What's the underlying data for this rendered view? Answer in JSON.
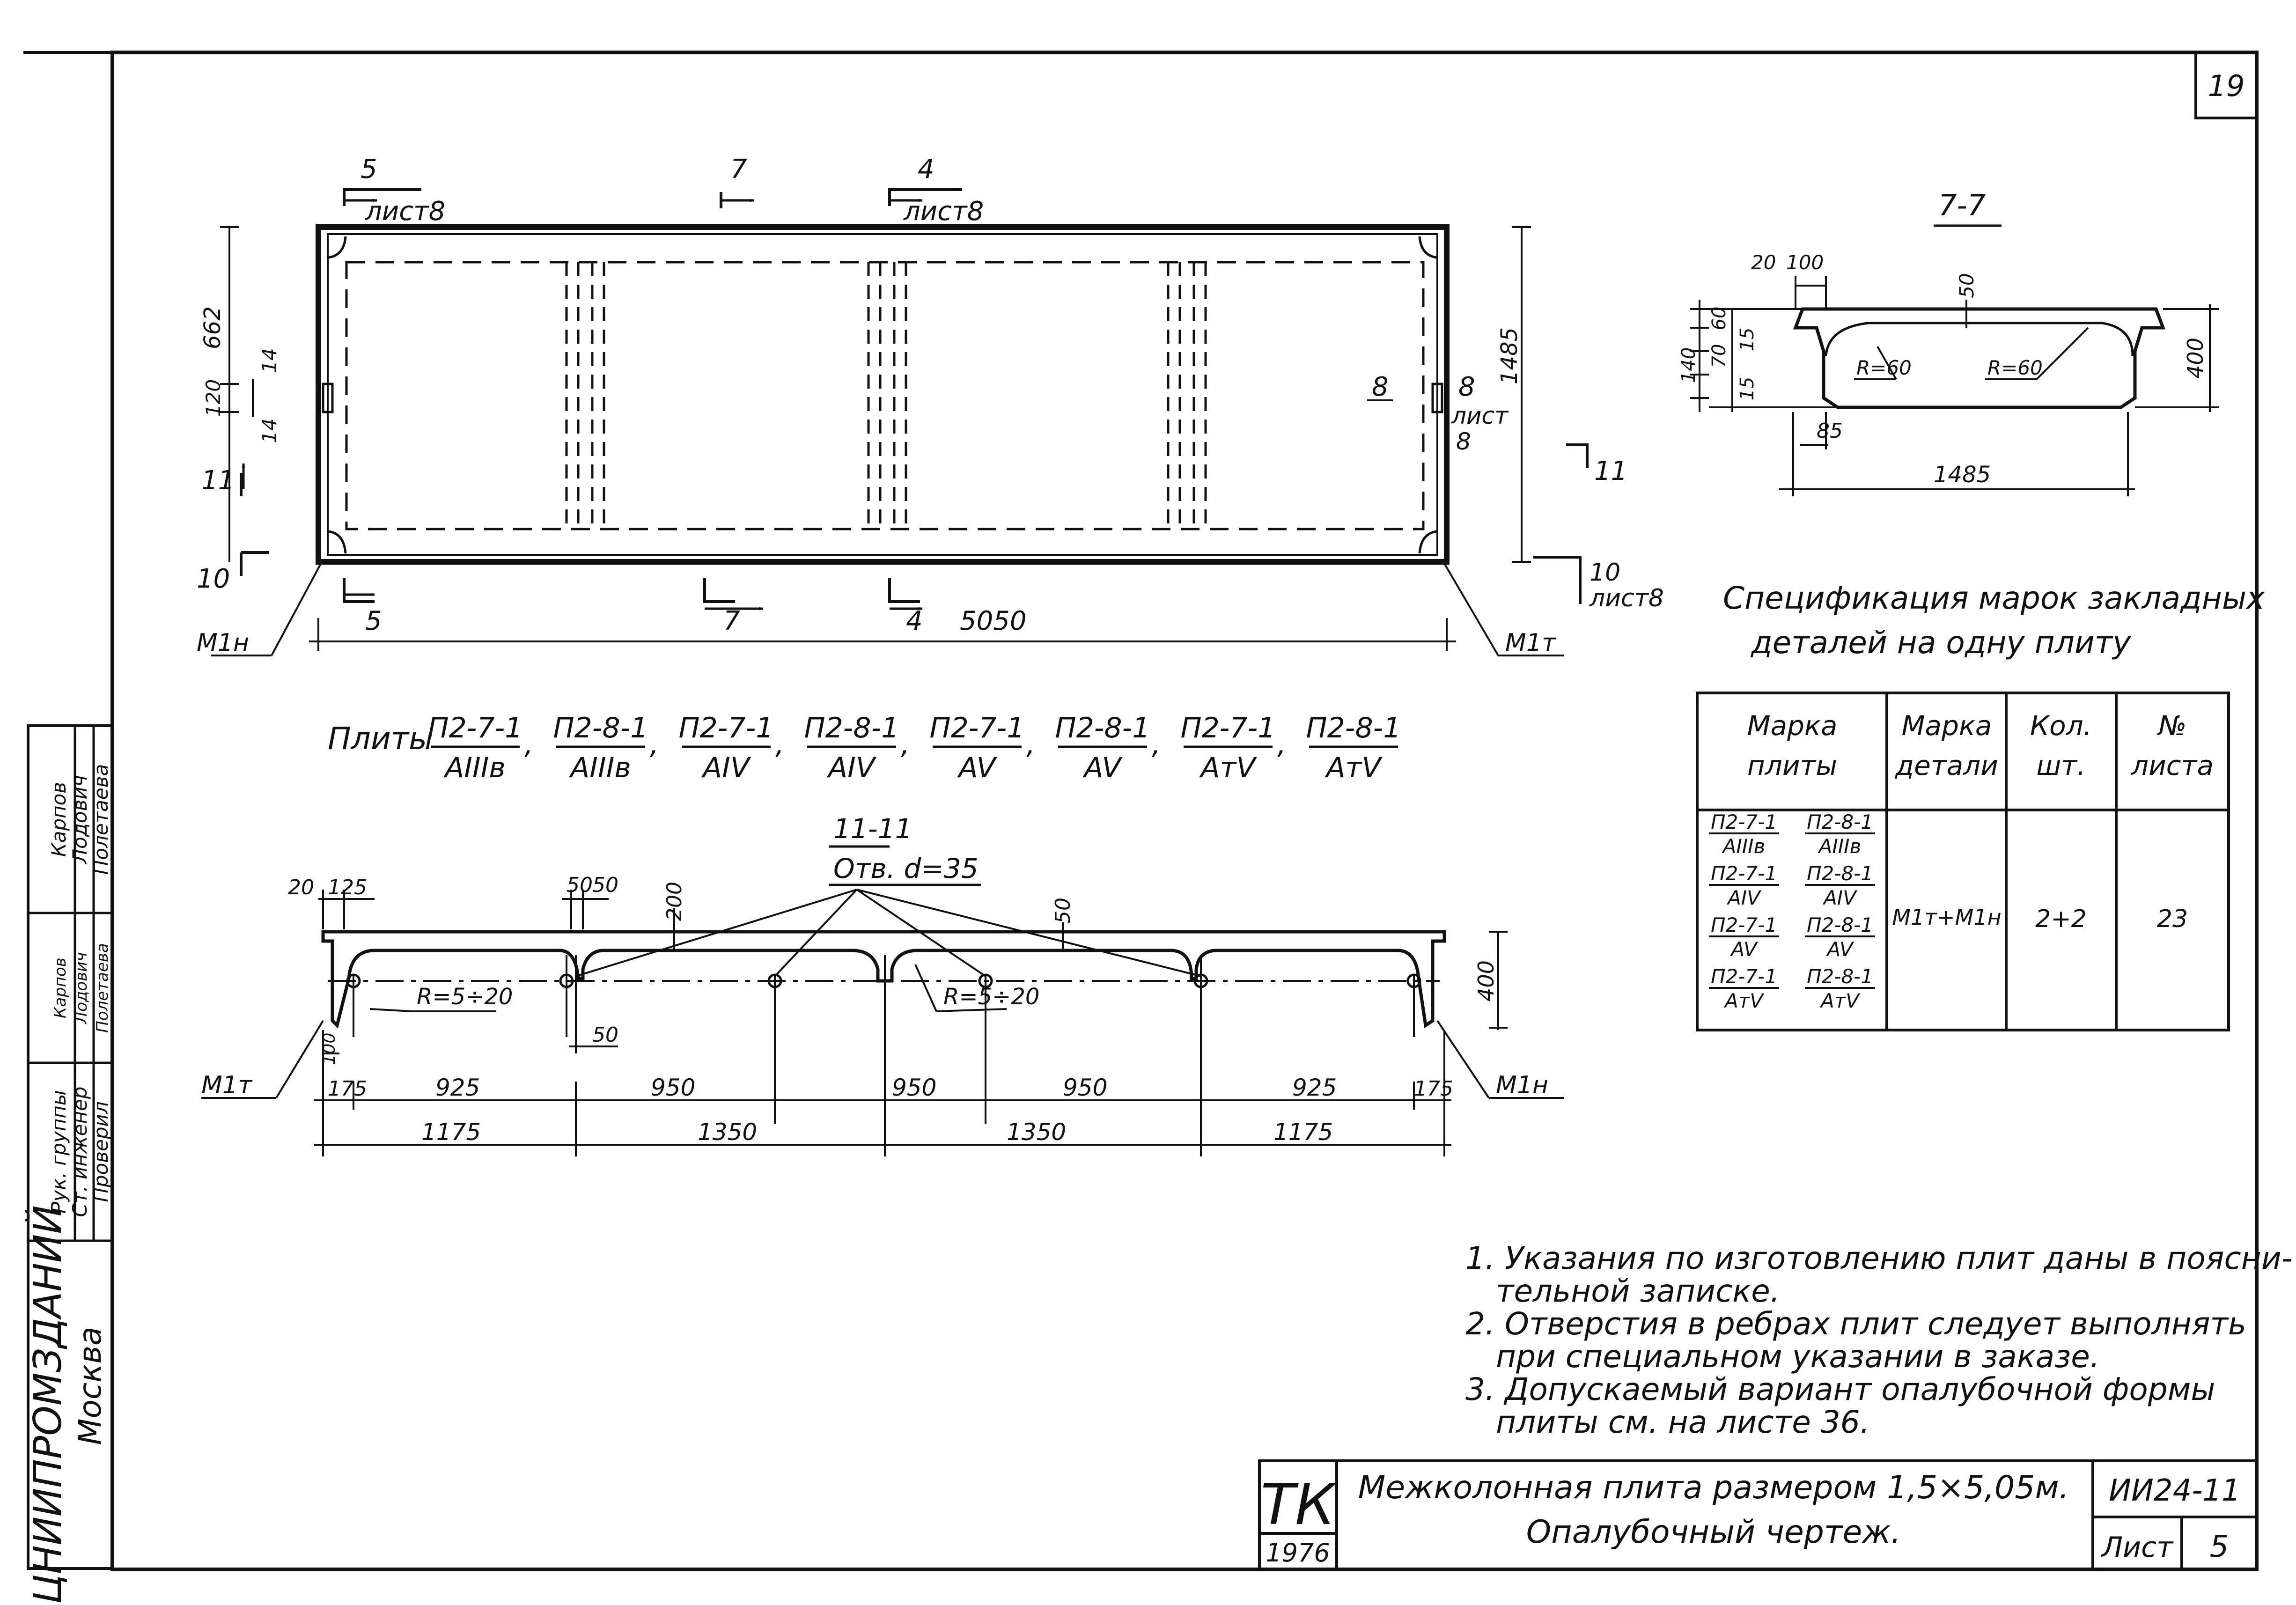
{
  "sheet_number": "19",
  "plan": {
    "marks": {
      "sec5_top": "5",
      "sec5_top_sheet": "лист8",
      "sec7_top": "7",
      "sec4_top": "4",
      "sec4_top_sheet": "лист8",
      "sec5_bot": "5",
      "sec7_bot": "7",
      "sec4_bot": "4",
      "sec8_left": "8",
      "sec8_right": "8",
      "sec8_sheet_word": "лист",
      "sec8_sheet_num": "8",
      "sec11_left": "11",
      "sec11_right": "11",
      "sec10_left": "10",
      "sec10_right": "10",
      "sec10_sheet": "лист8"
    },
    "dims": {
      "d662": "662",
      "d14a": "14",
      "d120": "120",
      "d14b": "14",
      "d1485": "1485",
      "d5050": "5050"
    },
    "callouts": {
      "m1n": "М1н",
      "m1t": "М1т"
    }
  },
  "plates": {
    "prefix": "Плиты",
    "items": [
      {
        "num": "П2-7-1",
        "den": "AIIIв",
        "sep": ","
      },
      {
        "num": "П2-8-1",
        "den": "AIIIв",
        "sep": ","
      },
      {
        "num": "П2-7-1",
        "den": "AIV",
        "sep": ","
      },
      {
        "num": "П2-8-1",
        "den": "AIV",
        "sep": ","
      },
      {
        "num": "П2-7-1",
        "den": "AV",
        "sep": ","
      },
      {
        "num": "П2-8-1",
        "den": "AV",
        "sep": ","
      },
      {
        "num": "П2-7-1",
        "den": "AтV",
        "sep": ","
      },
      {
        "num": "П2-8-1",
        "den": "AтV",
        "sep": ""
      }
    ]
  },
  "section77": {
    "title": "7-7",
    "dims": {
      "top20": "20",
      "top100": "100",
      "v50": "50",
      "l60": "60",
      "l70": "70",
      "l140": "140",
      "l15a": "15",
      "l15b": "15",
      "r1": "R=60",
      "r2": "R=60",
      "h400": "400",
      "d85": "85",
      "w1485": "1485"
    }
  },
  "section1111": {
    "title": "11-11",
    "hole_note": "Отв. d=35",
    "dims": {
      "t20": "20",
      "t125": "125",
      "t50a": "50",
      "t50b": "50",
      "t200": "200",
      "t50c": "50",
      "r_left": "R=5÷20",
      "r_mid": "R=5÷20",
      "b50": "50",
      "b100": "100",
      "h400": "400",
      "c175a": "175",
      "c925a": "925",
      "c950a": "950",
      "c950b": "950",
      "c950c": "950",
      "c925b": "925",
      "c175b": "175",
      "o1175a": "1175",
      "o1350a": "1350",
      "o1350b": "1350",
      "o1175b": "1175"
    },
    "callouts": {
      "m1t": "М1т",
      "m1n": "М1н"
    }
  },
  "spec": {
    "title_line1": "Спецификация марок закладных",
    "title_line2": "деталей на одну плиту",
    "headers": [
      [
        "Марка",
        "плиты"
      ],
      [
        "Марка",
        "детали"
      ],
      [
        "Кол.",
        "шт."
      ],
      [
        "№",
        "листа"
      ]
    ],
    "plates": [
      {
        "a": "П2-7-1",
        "ad": "AIIIв",
        "b": "П2-8-1",
        "bd": "AIIIв"
      },
      {
        "a": "П2-7-1",
        "ad": "AIV",
        "b": "П2-8-1",
        "bd": "AIV"
      },
      {
        "a": "П2-7-1",
        "ad": "AV",
        "b": "П2-8-1",
        "bd": "AV"
      },
      {
        "a": "П2-7-1",
        "ad": "AтV",
        "b": "П2-8-1",
        "bd": "AтV"
      }
    ],
    "detail": "М1т+М1н",
    "qty": "2+2",
    "sheet": "23"
  },
  "notes": [
    "1. Указания по изготовлению плит даны в поясни-",
    "тельной записке.",
    "2. Отверстия в ребрах плит следует выполнять",
    "при специальном указании в заказе.",
    "3. Допускаемый вариант опалубочной формы",
    "плиты см. на листе 36."
  ],
  "stamp": {
    "org": "ЦНИИПРОМЗДАНИЙ",
    "city": "Москва",
    "roles": [
      "Рук. группы",
      "Ст. инженер",
      "Проверил"
    ],
    "names": [
      "Карпов",
      "Лодович",
      "Полетаева"
    ],
    "signatures": [
      "Карпов",
      "Лодович",
      "Полетаева"
    ]
  },
  "title_block": {
    "tk": "ТК",
    "year": "1976",
    "line1": "Межколонная плита размером 1,5×5,05м.",
    "line2": "Опалубочный чертеж.",
    "code": "ИИ24-11",
    "sheet_label": "Лист",
    "sheet_num": "5"
  }
}
